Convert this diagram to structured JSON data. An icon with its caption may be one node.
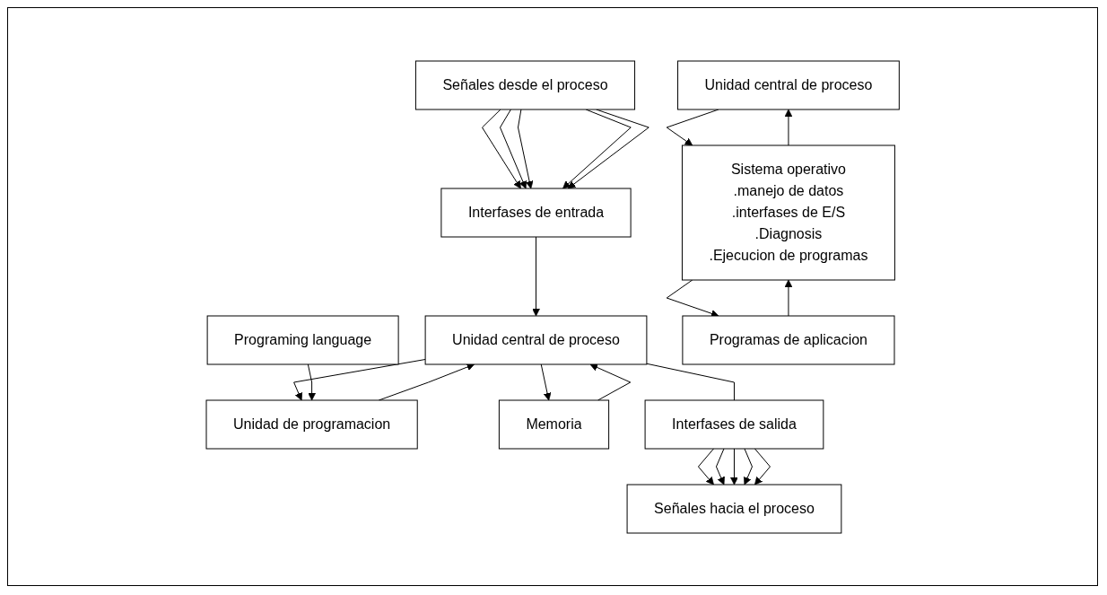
{
  "diagram": {
    "nodes": [
      {
        "text": [
          "Señales desde el proceso"
        ]
      },
      {
        "text": [
          "Interfases de entrada"
        ]
      },
      {
        "text": [
          "Unidad de programacion"
        ]
      },
      {
        "text": [
          "Unidad central de proceso"
        ]
      },
      {
        "text": [
          "Memoria"
        ]
      },
      {
        "text": [
          "Interfases de salida"
        ]
      },
      {
        "text": [
          "Programing language"
        ]
      },
      {
        "text": [
          "Señales hacia el proceso"
        ]
      },
      {
        "text": [
          "Unidad central de proceso"
        ]
      },
      {
        "text": [
          "Sistema operativo",
          ".manejo de datos",
          ".interfases de E/S",
          ".Diagnosis",
          ".Ejecucion de programas"
        ]
      },
      {
        "text": [
          "Programas de aplicacion"
        ]
      }
    ],
    "edges": [
      {
        "from": 0,
        "to": 1,
        "arrow": "to"
      },
      {
        "from": 0,
        "to": 1,
        "arrow": "to"
      },
      {
        "from": 0,
        "to": 1,
        "arrow": "to"
      },
      {
        "from": 0,
        "to": 1,
        "arrow": "to"
      },
      {
        "from": 0,
        "to": 1,
        "arrow": "to"
      },
      {
        "from": 1,
        "to": 3,
        "arrow": "to"
      },
      {
        "from": 3,
        "to": 2,
        "arrow": "to"
      },
      {
        "from": 2,
        "to": 3,
        "arrow": "to"
      },
      {
        "from": 4,
        "to": 3,
        "arrow": "to"
      },
      {
        "from": 3,
        "to": 4,
        "arrow": "to"
      },
      {
        "from": 6,
        "to": 2,
        "arrow": "to"
      },
      {
        "from": 3,
        "to": 5,
        "arrow": "none"
      },
      {
        "from": 5,
        "to": 7,
        "arrow": "to"
      },
      {
        "from": 5,
        "to": 7,
        "arrow": "to"
      },
      {
        "from": 5,
        "to": 7,
        "arrow": "to"
      },
      {
        "from": 5,
        "to": 7,
        "arrow": "to"
      },
      {
        "from": 5,
        "to": 7,
        "arrow": "to"
      },
      {
        "from": 9,
        "to": 8,
        "arrow": "to"
      },
      {
        "from": 8,
        "to": 9,
        "arrow": "to"
      },
      {
        "from": 10,
        "to": 9,
        "arrow": "to"
      },
      {
        "from": 9,
        "to": 10,
        "arrow": "to"
      }
    ]
  }
}
